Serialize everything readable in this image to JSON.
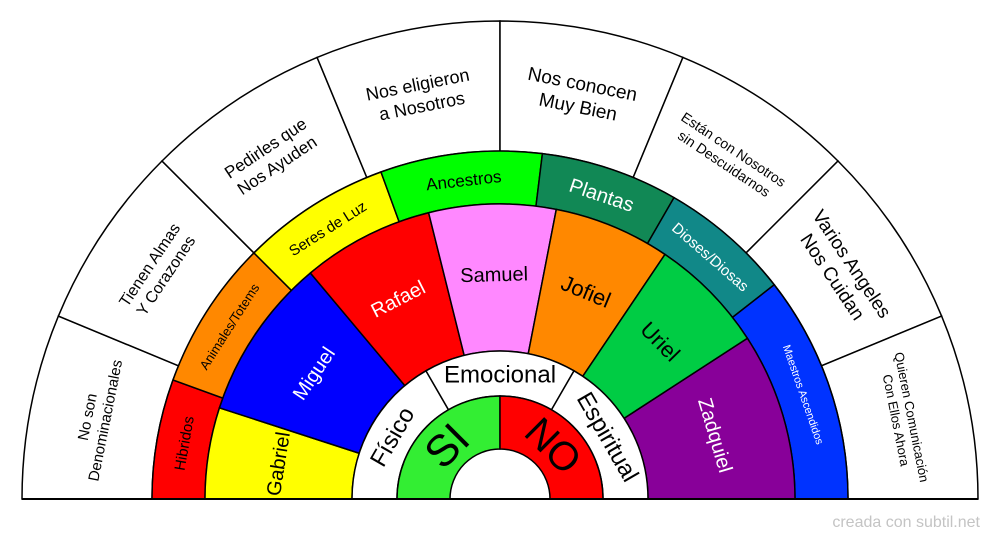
{
  "colors": {
    "outline": "#000000",
    "white": "#ffffff",
    "red": "#ff0000",
    "yellow": "#ffff00",
    "lime": "#00ff00",
    "green": "#00cc44",
    "darkgreen": "#118855",
    "teal": "#118888",
    "blue": "#0000ff",
    "blue2": "#0033ff",
    "orange": "#ff8800",
    "pink": "#ff88ff",
    "purple": "#880099",
    "center_green": "#33ee33"
  },
  "rings": [
    {
      "id": "outer",
      "segments": [
        {
          "label": "No son\nDenominacionales",
          "color": "white",
          "text_color": "outline"
        },
        {
          "label": "Tienen Almas\nY Corazones",
          "color": "white",
          "text_color": "outline"
        },
        {
          "label": "Pedirles que\nNos Ayuden",
          "color": "white",
          "text_color": "outline"
        },
        {
          "label": "Nos eligieron\na Nosotros",
          "color": "white",
          "text_color": "outline"
        },
        {
          "label": "Nos conocen\nMuy Bien",
          "color": "white",
          "text_color": "outline"
        },
        {
          "label": "Están con Nosotros\nsin Descuidarnos",
          "color": "white",
          "text_color": "outline"
        },
        {
          "label": "Varios Angeles\nNos Cuidan",
          "color": "white",
          "text_color": "outline"
        },
        {
          "label": "Quieren Comunicación\nCon Ellos Ahora",
          "color": "white",
          "text_color": "outline"
        }
      ]
    },
    {
      "id": "ring3",
      "segments": [
        {
          "label": "Hibridos",
          "color": "red",
          "text_color": "outline"
        },
        {
          "label": "Animales/Totems",
          "color": "orange",
          "text_color": "outline"
        },
        {
          "label": "Seres de Luz",
          "color": "yellow",
          "text_color": "outline"
        },
        {
          "label": "Ancestros",
          "color": "lime",
          "text_color": "outline"
        },
        {
          "label": "Plantas",
          "color": "darkgreen",
          "text_color": "white"
        },
        {
          "label": "Dioses/Diosas",
          "color": "teal",
          "text_color": "white"
        },
        {
          "label": "Maestros Ascendidos",
          "color": "blue2",
          "text_color": "white"
        }
      ]
    },
    {
      "id": "ring2",
      "segments": [
        {
          "label": "Gabriel",
          "color": "yellow",
          "text_color": "outline"
        },
        {
          "label": "Miguel",
          "color": "blue",
          "text_color": "white"
        },
        {
          "label": "Rafael",
          "color": "red",
          "text_color": "white"
        },
        {
          "label": "Samuel",
          "color": "pink",
          "text_color": "outline"
        },
        {
          "label": "Jofiel",
          "color": "orange",
          "text_color": "outline"
        },
        {
          "label": "Uriel",
          "color": "green",
          "text_color": "outline"
        },
        {
          "label": "Zadquiel",
          "color": "purple",
          "text_color": "white"
        }
      ]
    },
    {
      "id": "ring1",
      "segments": [
        {
          "label": "Físico",
          "color": "white",
          "text_color": "outline"
        },
        {
          "label": "Emocional",
          "color": "white",
          "text_color": "outline"
        },
        {
          "label": "Espiritual",
          "color": "white",
          "text_color": "outline"
        }
      ]
    },
    {
      "id": "center",
      "segments": [
        {
          "label": "SI",
          "color": "center_green",
          "text_color": "outline"
        },
        {
          "label": "NO",
          "color": "red",
          "text_color": "outline"
        }
      ]
    }
  ],
  "watermark": "creada con subtil.net"
}
